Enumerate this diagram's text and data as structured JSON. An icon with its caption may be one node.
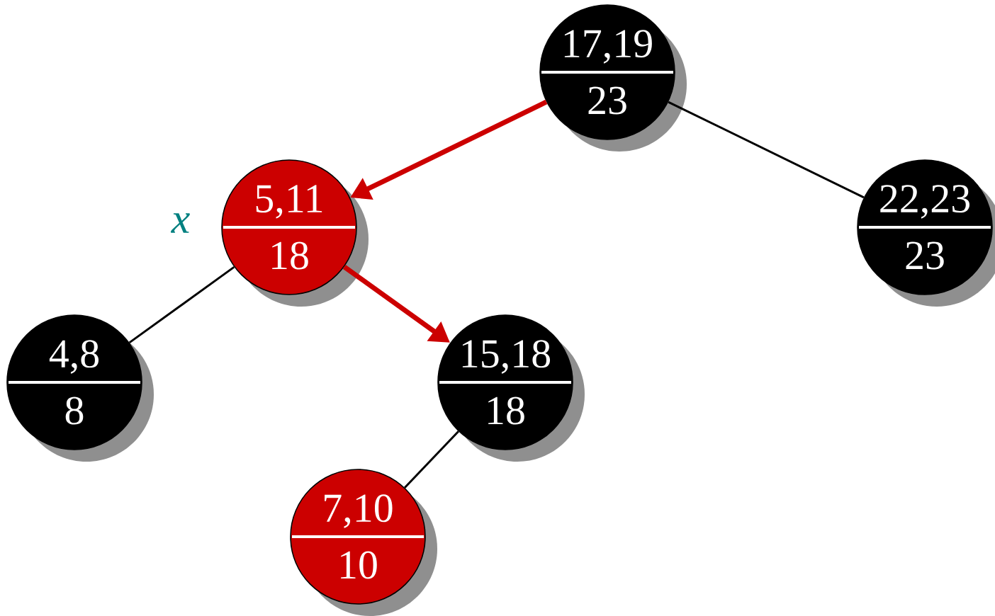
{
  "diagram": {
    "nodes": [
      {
        "text": [
          "17,19",
          "23"
        ]
      },
      {
        "text": [
          "5,11",
          "18"
        ],
        "beside": [
          "x"
        ]
      },
      {
        "text": [
          "22,23",
          "23"
        ]
      },
      {
        "text": [
          "4,8",
          "8"
        ]
      },
      {
        "text": [
          "15,18",
          "18"
        ]
      },
      {
        "text": [
          "7,10",
          "10"
        ]
      }
    ],
    "edges": [
      {
        "from": 0,
        "to": 1,
        "arrow": "to",
        "style": "thick",
        "color": "#cc0000"
      },
      {
        "from": 0,
        "to": 2,
        "arrow": "none"
      },
      {
        "from": 1,
        "to": 3,
        "arrow": "none"
      },
      {
        "from": 1,
        "to": 4,
        "arrow": "to",
        "style": "thick",
        "color": "#cc0000"
      },
      {
        "from": 4,
        "to": 5,
        "arrow": "none"
      }
    ]
  }
}
